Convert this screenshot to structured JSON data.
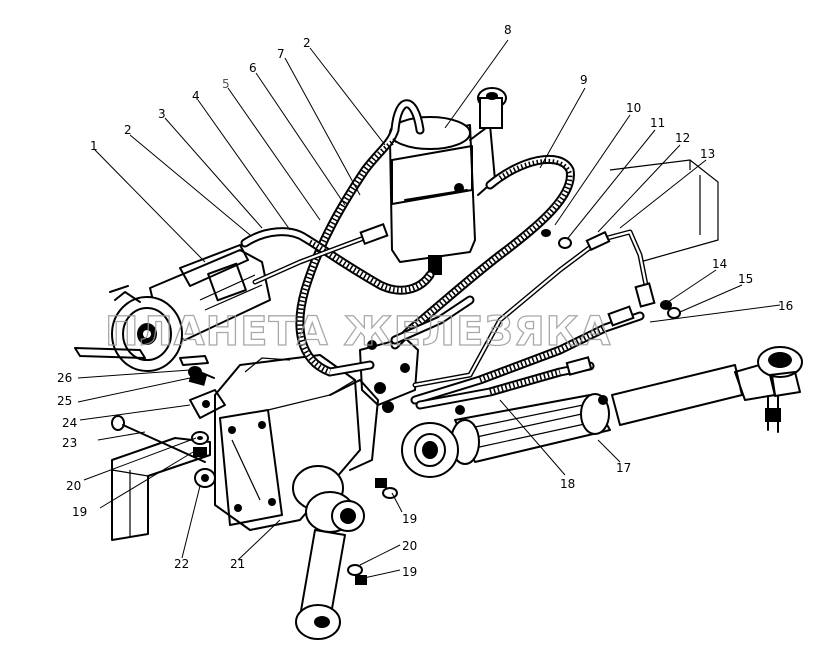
{
  "watermark": "ПЛАНЕТА ЖЕЛЕЗЯКА",
  "callouts": {
    "c1": "1",
    "c2a": "2",
    "c2b": "2",
    "c3": "3",
    "c4": "4",
    "c5": "5",
    "c6": "6",
    "c7": "7",
    "c8": "8",
    "c9": "9",
    "c10": "10",
    "c11": "11",
    "c12": "12",
    "c13": "13",
    "c14": "14",
    "c15": "15",
    "c16": "16",
    "c17": "17",
    "c18": "18",
    "c19a": "19",
    "c19b": "19",
    "c19c": "19",
    "c20a": "20",
    "c20b": "20",
    "c21": "21",
    "c22": "22",
    "c23": "23",
    "c24": "24",
    "c25": "25",
    "c26": "26"
  },
  "colors": {
    "ink": "#000000",
    "paper": "#ffffff",
    "watermark": "#9a9a9a",
    "label_5": "#555555"
  }
}
